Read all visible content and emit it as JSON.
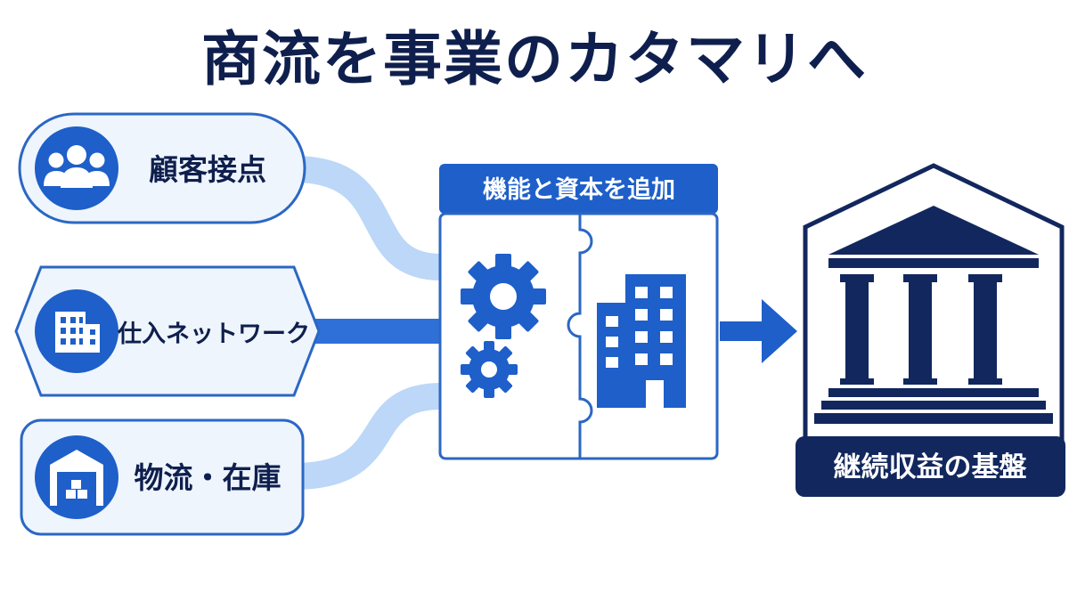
{
  "title": "商流を事業のカタマリへ",
  "inputs": [
    {
      "label": "顧客接点",
      "icon": "people-icon"
    },
    {
      "label": "仕入ネットワーク",
      "icon": "office-building-icon"
    },
    {
      "label": "物流・在庫",
      "icon": "warehouse-icon"
    }
  ],
  "center": {
    "header": "機能と資本を追加",
    "left_icon": "gears-icon",
    "right_icon": "building-icon"
  },
  "result": {
    "label": "継続収益の基盤",
    "icon": "bank-icon"
  },
  "colors": {
    "navy": "#12275e",
    "blue": "#1e5fc9",
    "light_blue": "#bcd7f7",
    "panel_fill": "#eef5fd",
    "border": "#2b67c4"
  }
}
